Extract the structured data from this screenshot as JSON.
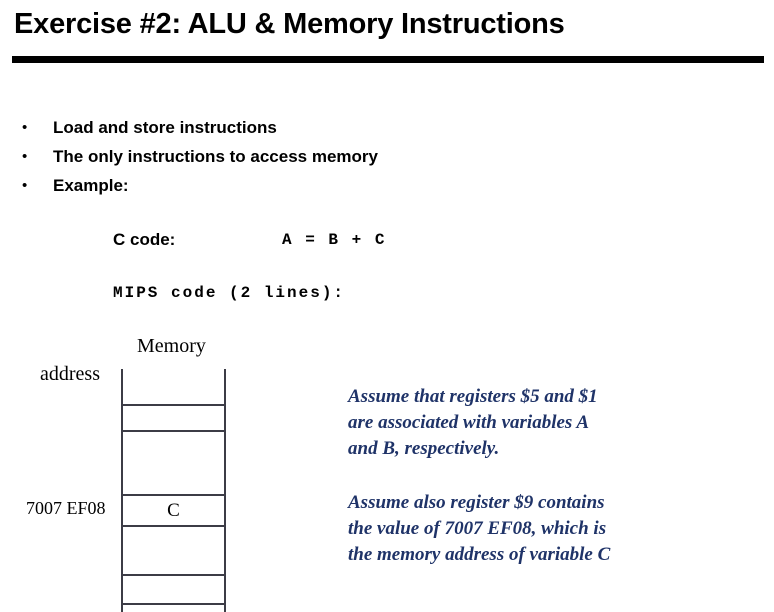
{
  "slide": {
    "title": "Exercise #2: ALU & Memory Instructions",
    "bullet_marker": "•",
    "bullets": [
      {
        "text": "Load and store instructions"
      },
      {
        "text": "The only instructions to access memory"
      },
      {
        "text": "Example:"
      }
    ],
    "code": {
      "c_code_label": "C code:",
      "c_code_expression": "A = B + C",
      "mips_label": "MIPS code (2 lines):"
    },
    "memory_diagram": {
      "memory_heading": "Memory",
      "address_heading": "address",
      "address_value": "7007 EF08",
      "highlighted_cell_value": "C",
      "border_color": "#3c3c46"
    },
    "notes": [
      {
        "id": "registers",
        "text": "Assume that registers $5 and $1\nare associated with variables A\nand B, respectively."
      },
      {
        "id": "address",
        "text": "Assume also register $9 contains\nthe value of 7007 EF08, which is\nthe memory address of variable C"
      }
    ],
    "colors": {
      "note_blue": "#1f3368",
      "rule_black": "#000000",
      "background": "#ffffff"
    }
  }
}
